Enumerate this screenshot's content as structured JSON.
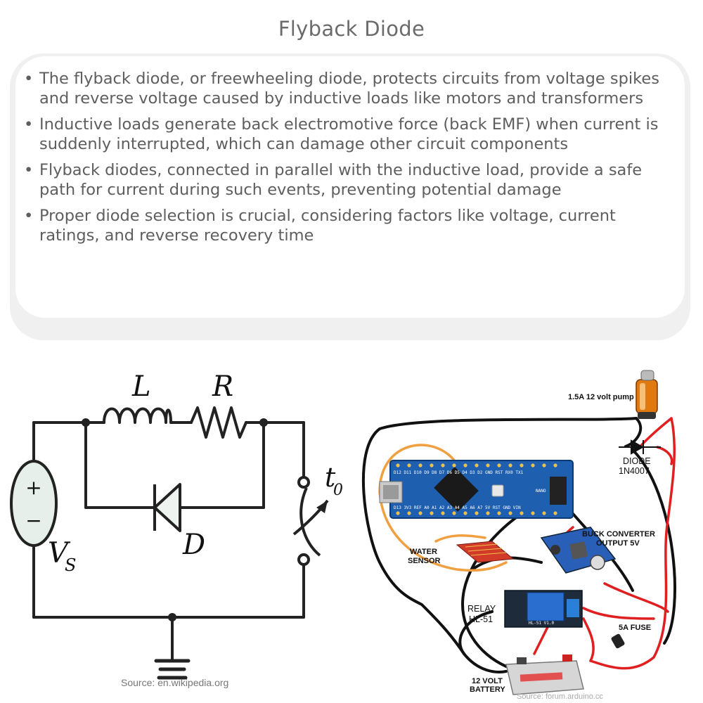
{
  "title": "Flyback Diode",
  "bullets": [
    "The flyback diode, or freewheeling diode, protects circuits from voltage spikes and reverse voltage caused by inductive loads like motors and transformers",
    "Inductive loads generate back electromotive force (back EMF) when current is suddenly interrupted, which can damage other circuit components",
    "Flyback diodes, connected in parallel with the inductive load, provide a safe path for current during such events, preventing potential damage",
    "Proper diode selection is crucial, considering factors like voltage, current ratings, and reverse recovery time"
  ],
  "schematic": {
    "inductor_label": "L",
    "resistor_label": "R",
    "diode_label": "D",
    "switch_label": "t",
    "switch_subscript": "0",
    "source_label": "V",
    "source_subscript": "S",
    "plus_sign": "+",
    "minus_sign": "−",
    "source_credit": "Source: en.wikipedia.org"
  },
  "wiring": {
    "pump_label": "1.5A 12 volt pump",
    "diode_label_1": "DIODE",
    "diode_label_2": "1N4007",
    "buck_label_1": "BUCK CONVERTER",
    "buck_label_2": "OUTPUT 5V",
    "water_label_1": "WATER",
    "water_label_2": "SENSOR",
    "relay_label_1": "RELAY",
    "relay_label_2": "HL-51",
    "fuse_label": "5A FUSE",
    "battery_label_1": "12 VOLT",
    "battery_label_2": "BATTERY",
    "source_credit": "Source: forum.arduino.cc",
    "board_pins_top": "D12 D11 D10 D9 D8 D7 D6 D5 D4 D3 D2 GND RST RX0 TX1",
    "board_pins_bottom": "D13 3V3 REF A0 A1 A2 A3 A4 A5 A6 A7 5V RST GND VIN",
    "board_name": "NANO",
    "relay_model": "HL-51 V1.0"
  },
  "colors": {
    "title": "#6b6b6b",
    "text": "#5e5e5e",
    "card_border": "#f0f0f0",
    "source_fill": "#e6efe9",
    "board_blue": "#1f5fb0",
    "wire_red": "#e02020",
    "wire_orange": "#f0a040",
    "pump_orange": "#e07a10"
  }
}
